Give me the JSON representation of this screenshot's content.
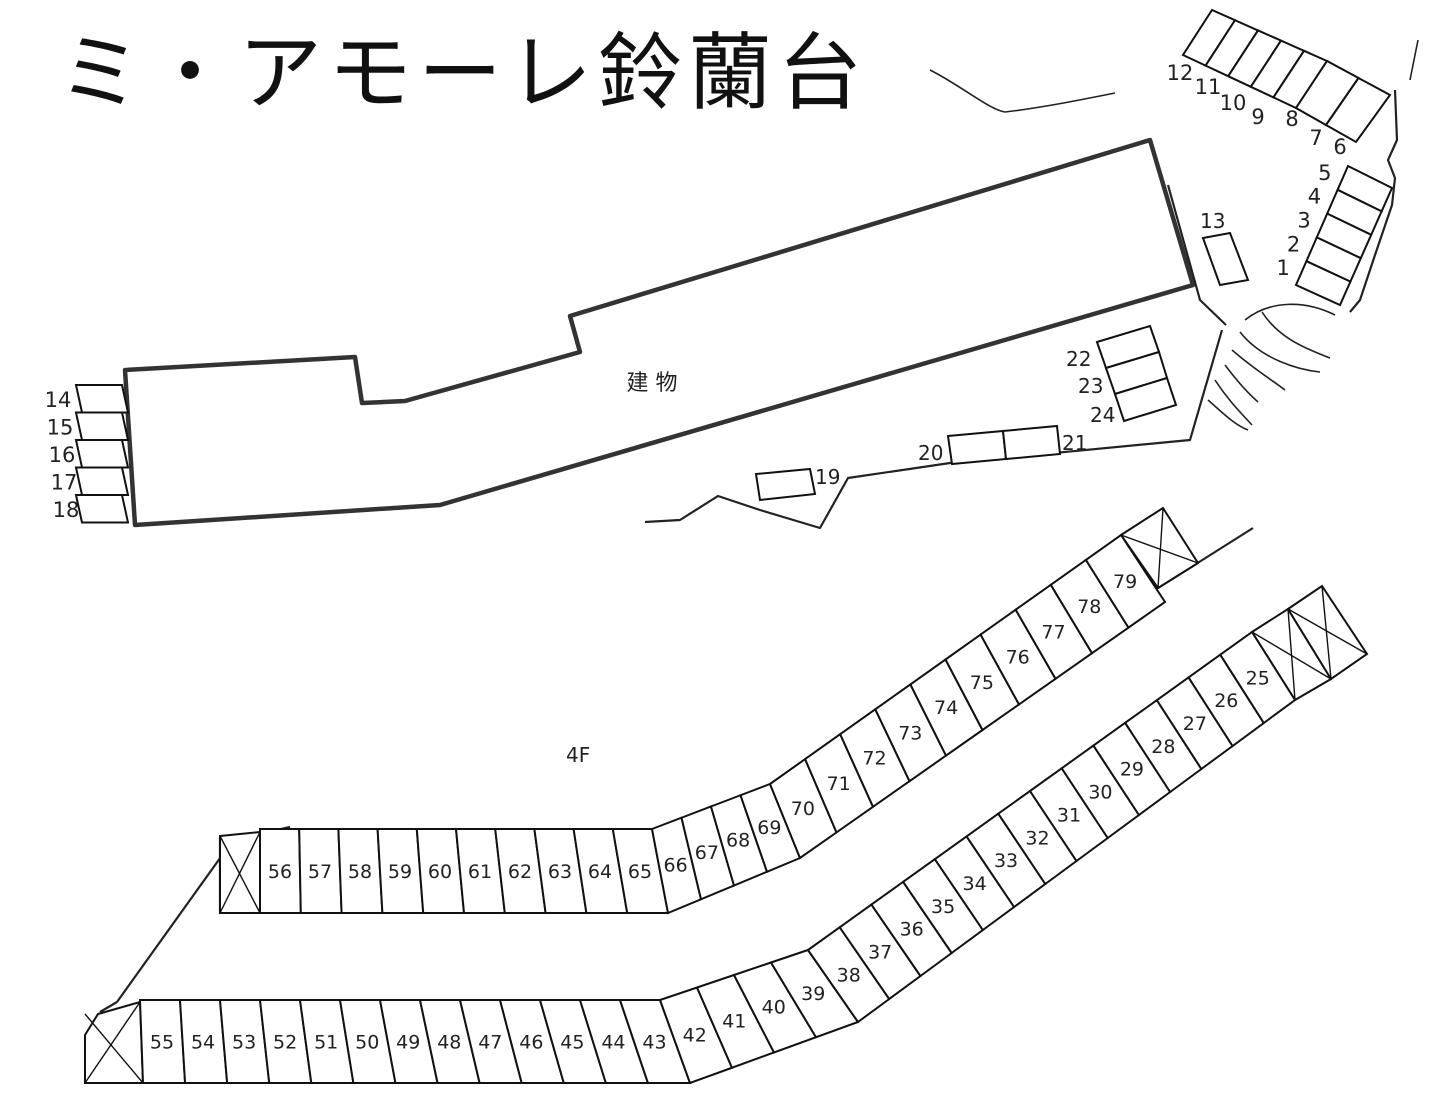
{
  "title": "ミ・アモーレ鈴蘭台",
  "building_label": "建 物",
  "floor_label": "4F",
  "upper_spaces": {
    "top_right_row": [
      "12",
      "11",
      "10",
      "9",
      "8",
      "7",
      "6"
    ],
    "right_column": [
      "5",
      "4",
      "3",
      "2",
      "1"
    ],
    "single_13": "13",
    "left_column": [
      "14",
      "15",
      "16",
      "17",
      "18"
    ],
    "single_19": "19",
    "pair": [
      "20",
      "21"
    ],
    "stack": [
      "22",
      "23",
      "24"
    ]
  },
  "lower_spaces": {
    "outer_row": [
      "55",
      "54",
      "53",
      "52",
      "51",
      "50",
      "49",
      "48",
      "47",
      "46",
      "45",
      "44",
      "43"
    ],
    "outer_diagonal": [
      "42",
      "41",
      "40",
      "39",
      "38",
      "37",
      "36",
      "35",
      "34",
      "33",
      "32",
      "31",
      "30",
      "29",
      "28",
      "27",
      "26",
      "25"
    ],
    "inner_row": [
      "56",
      "57",
      "58",
      "59",
      "60",
      "61",
      "62",
      "63",
      "64",
      "65"
    ],
    "inner_diagonal": [
      "66",
      "67",
      "68",
      "69",
      "70",
      "71",
      "72",
      "73",
      "74",
      "75",
      "76",
      "77",
      "78",
      "79"
    ]
  }
}
